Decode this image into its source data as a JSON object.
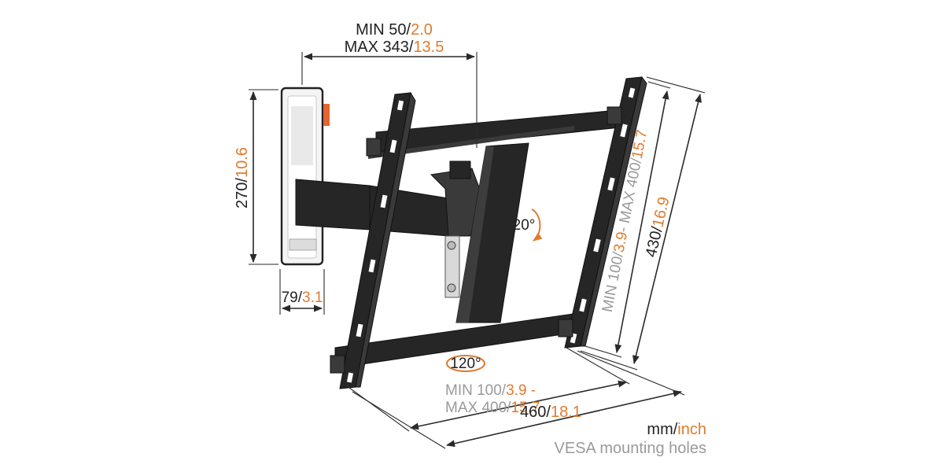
{
  "labels": {
    "arm_distance": {
      "line1_prefix": "MIN 50/",
      "line1_inch": "2.0",
      "line2_prefix": "MAX 343/",
      "line2_inch": "13.5"
    },
    "plate_height": {
      "prefix": "270/",
      "inch": "10.6"
    },
    "plate_depth": {
      "prefix": "79/",
      "inch": "3.1"
    },
    "tilt": "20°",
    "swivel": "120°",
    "vesa_vertical": {
      "prefix": "MIN 100/",
      "mid": "3.9",
      "sep": "- MAX 400/",
      "end": "15.7"
    },
    "total_height": {
      "prefix": "430/",
      "inch": "16.9"
    },
    "vesa_horizontal": {
      "line1_prefix": "MIN 100/",
      "line1_inch": "3.9 -",
      "line2_prefix": "MAX 400/",
      "line2_inch": "15.7"
    },
    "total_width": {
      "prefix": "460/",
      "inch": "18.1"
    },
    "legend": {
      "mm": "mm/",
      "inch": "inch",
      "caption": "VESA mounting holes"
    }
  },
  "colors": {
    "dark": "#222222",
    "orange": "#e07b2e",
    "grey": "#9a9a9a"
  }
}
